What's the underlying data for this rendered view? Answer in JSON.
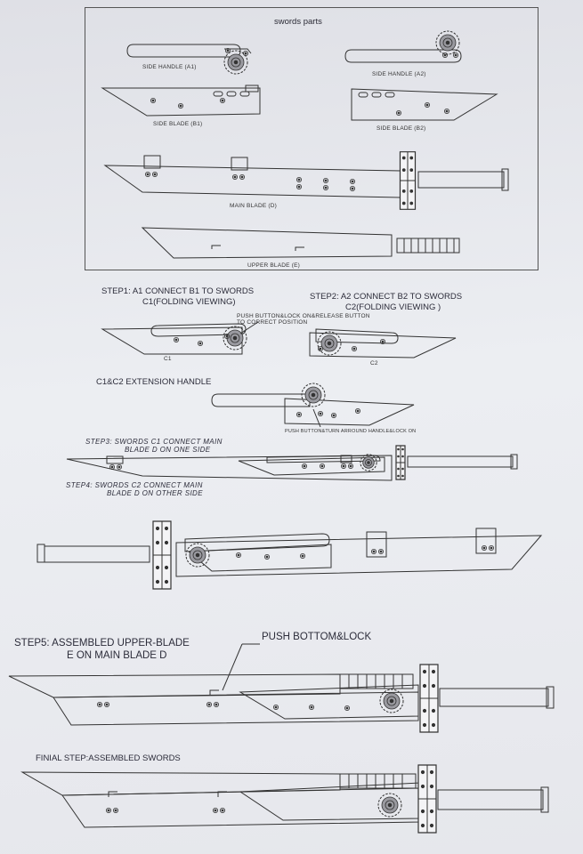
{
  "parts_title": "swords parts",
  "parts": {
    "side_handle_a1": "SIDE HANDLE  (A1)",
    "side_handle_a2": "SIDE HANDLE  (A2)",
    "side_blade_b1": "SIDE BLADE (B1)",
    "side_blade_b2": "SIDE BLADE (B2)",
    "main_blade_d": "MAIN BLADE (D)",
    "upper_blade_e": "UPPER BLADE (E)"
  },
  "steps": {
    "step1_line1": "STEP1:  A1 CONNECT B1 TO SWORDS",
    "step1_line2": "C1(FOLDING VIEWING)",
    "step2_line1": "STEP2:  A2 CONNECT B2 TO SWORDS",
    "step2_line2": "C2(FOLDING VIEWING )",
    "push_note_line1": "PUSH BUTTON&LOCK ON&RELEASE BUTTON",
    "push_note_line2": "TO CORRECT POSITION",
    "c1_label": "C1",
    "c2_label": "C2",
    "extension_title": "C1&C2 EXTENSION HANDLE",
    "extension_note": "PUSH BUTTON&TURN ARROUND HANDLE&LOCK ON",
    "step3_line1": "STEP3:  SWORDS C1 CONNECT MAIN",
    "step3_line2": "BLADE D ON ONE SIDE",
    "step4_line1": "STEP4:  SWORDS C2 CONNECT MAIN",
    "step4_line2": "BLADE D ON OTHER SIDE",
    "step5_line1": "STEP5:  ASSEMBLED UPPER-BLADE",
    "step5_line2": "E ON MAIN BLADE D",
    "push_lock": "PUSH BOTTOM&LOCK",
    "final_step": "FINIAL STEP:ASSEMBLED SWORDS"
  }
}
